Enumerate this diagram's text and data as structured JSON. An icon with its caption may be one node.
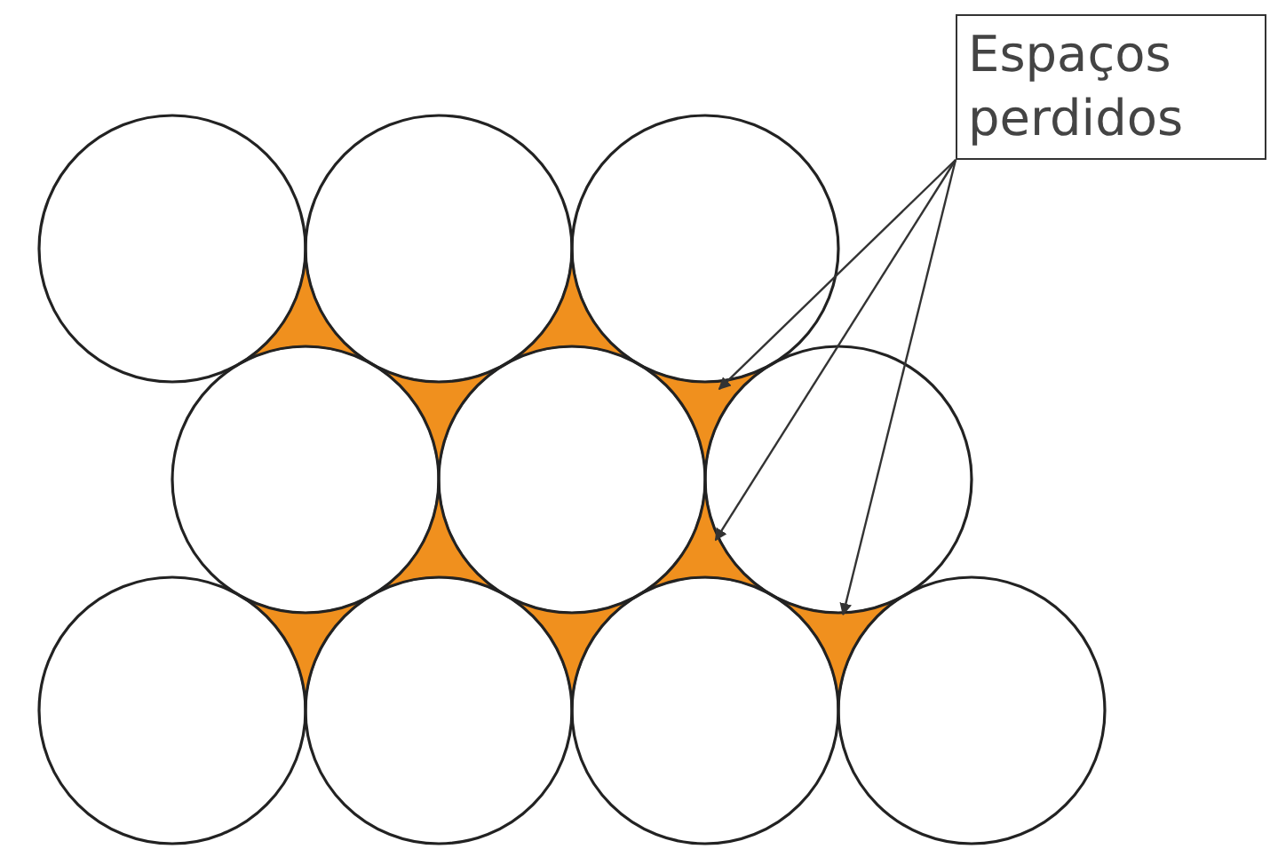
{
  "diagram": {
    "nodes": [
      {
        "text": [
          "Espaços perdidos"
        ]
      },
      {
        "text": [],
        "shape": "circle"
      },
      {
        "text": [],
        "shape": "circle"
      },
      {
        "text": [],
        "shape": "circle"
      },
      {
        "text": [],
        "shape": "circle"
      },
      {
        "text": [],
        "shape": "circle"
      },
      {
        "text": [],
        "shape": "circle"
      },
      {
        "text": [],
        "shape": "circle"
      },
      {
        "text": [],
        "shape": "circle"
      },
      {
        "text": [],
        "shape": "circle"
      },
      {
        "text": [],
        "shape": "circle"
      },
      {
        "text": [],
        "shape": "triangle"
      },
      {
        "text": [],
        "shape": "triangle"
      },
      {
        "text": [],
        "shape": "triangle"
      },
      {
        "text": [],
        "shape": "triangle"
      },
      {
        "text": [],
        "shape": "triangle"
      },
      {
        "text": [],
        "shape": "triangle"
      },
      {
        "text": [],
        "shape": "triangle"
      },
      {
        "text": [],
        "shape": "triangle"
      },
      {
        "text": [],
        "shape": "triangle"
      }
    ],
    "edges": [
      {
        "from": 0,
        "to": 14,
        "arrow": "to"
      },
      {
        "from": 0,
        "to": 16,
        "arrow": "to"
      },
      {
        "from": 0,
        "to": 19,
        "arrow": "to"
      }
    ]
  }
}
